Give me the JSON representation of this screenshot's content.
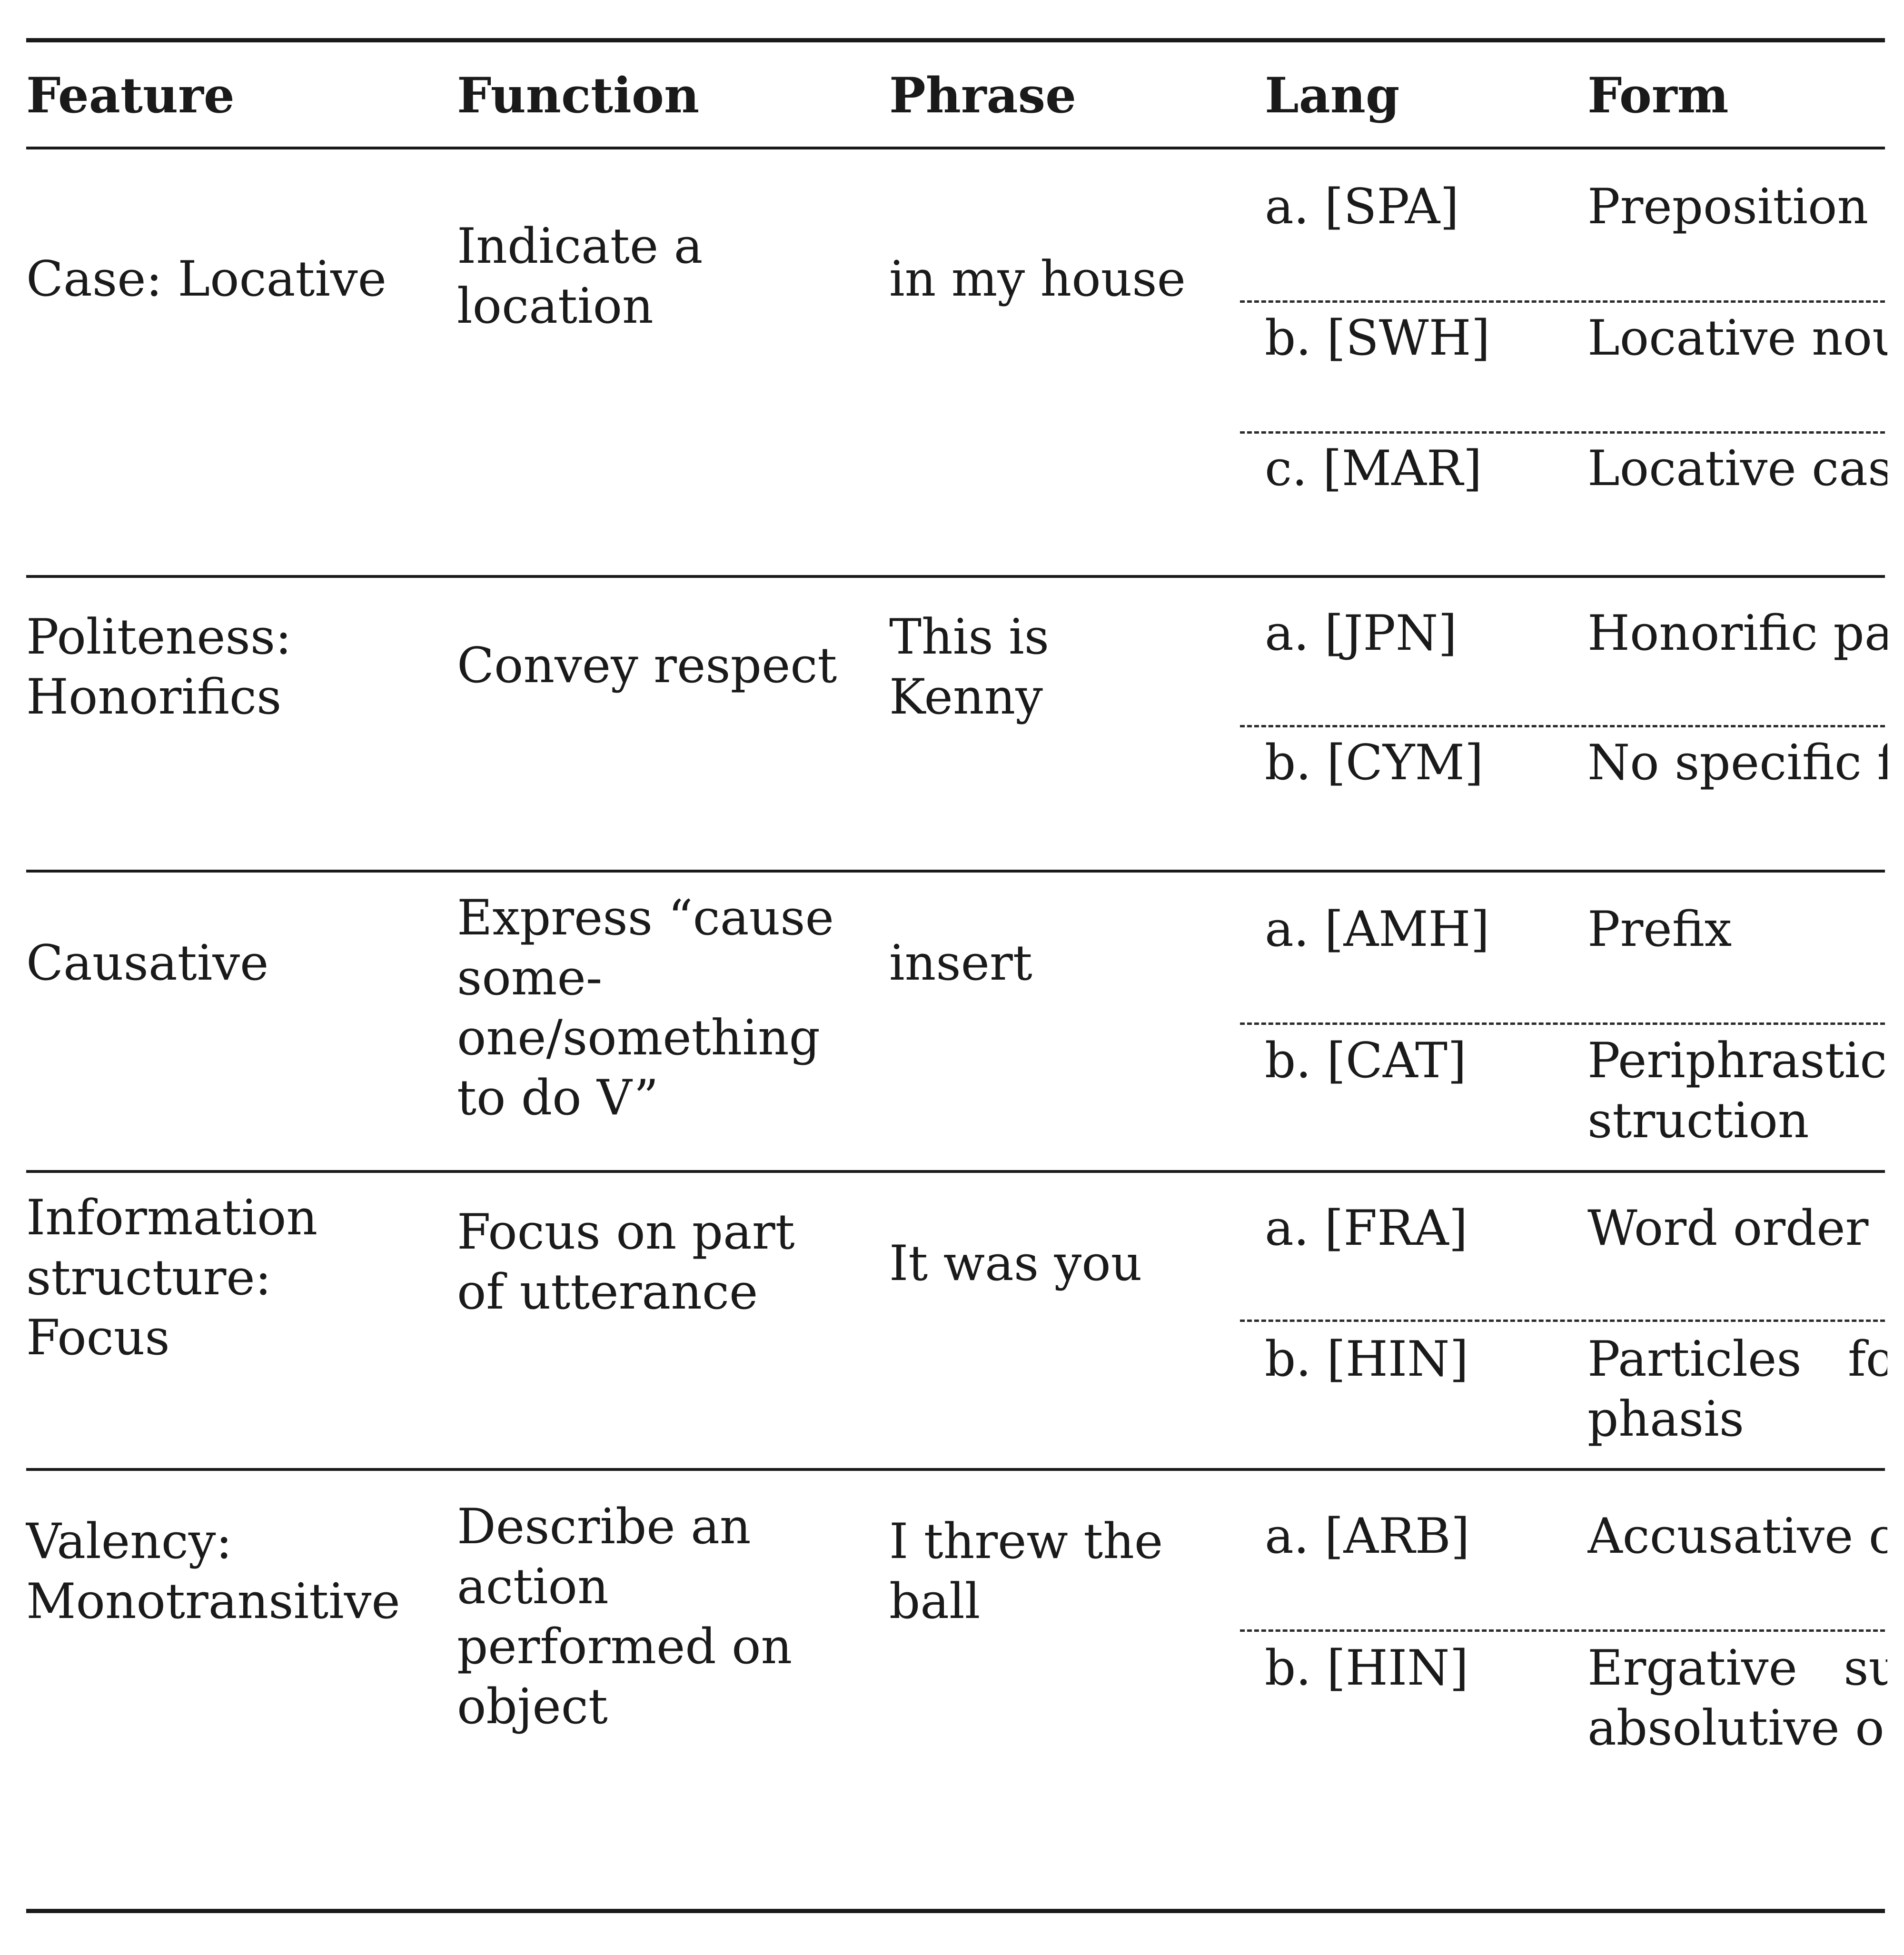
{
  "header": {
    "feature": "Feature",
    "function": "Function",
    "phrase": "Phrase",
    "lang": "Lang",
    "form": "Form"
  },
  "rows": [
    {
      "feature": [
        "Case: Locative"
      ],
      "function": [
        "Indicate a",
        "location"
      ],
      "phrase": [
        "in my house"
      ],
      "entries": [
        {
          "lang": "a. [SPA]",
          "form": [
            "Preposition"
          ]
        },
        {
          "lang": "b. [SWH]",
          "form": [
            "Locative nou"
          ]
        },
        {
          "lang": "c. [MAR]",
          "form": [
            "Locative cas"
          ]
        }
      ]
    },
    {
      "feature": [
        "Politeness:",
        "Honorifics"
      ],
      "function": [
        "Convey respect"
      ],
      "phrase": [
        "This is",
        "Kenny"
      ],
      "entries": [
        {
          "lang": "a. [JPN]",
          "form": [
            "Honorific pa"
          ]
        },
        {
          "lang": "b. [CYM]",
          "form": [
            "No specific f"
          ]
        }
      ]
    },
    {
      "feature": [
        "Causative"
      ],
      "function": [
        "Express “cause",
        "some-",
        "one/something",
        "to do V”"
      ],
      "phrase": [
        "insert"
      ],
      "entries": [
        {
          "lang": "a. [AMH]",
          "form": [
            "Prefix"
          ]
        },
        {
          "lang": "b. [CAT]",
          "form": [
            "Periphrastic",
            "struction"
          ]
        }
      ]
    },
    {
      "feature": [
        "Information",
        "structure:",
        "Focus"
      ],
      "function": [
        "Focus on part",
        "of utterance"
      ],
      "phrase": [
        "It was you"
      ],
      "entries": [
        {
          "lang": "a. [FRA]",
          "form": [
            "Word order"
          ]
        },
        {
          "lang": "b. [HIN]",
          "form": [
            "Particles   fo",
            "phasis"
          ]
        }
      ]
    },
    {
      "feature": [
        "Valency:",
        "Monotransitive"
      ],
      "function": [
        "Describe an",
        "action",
        "performed on",
        "object"
      ],
      "phrase": [
        "I threw the",
        "ball"
      ],
      "entries": [
        {
          "lang": "a. [ARB]",
          "form": [
            "Accusative c"
          ]
        },
        {
          "lang": "b. [HIN]",
          "form": [
            "Ergative   su",
            "absolutive o"
          ]
        }
      ]
    }
  ]
}
